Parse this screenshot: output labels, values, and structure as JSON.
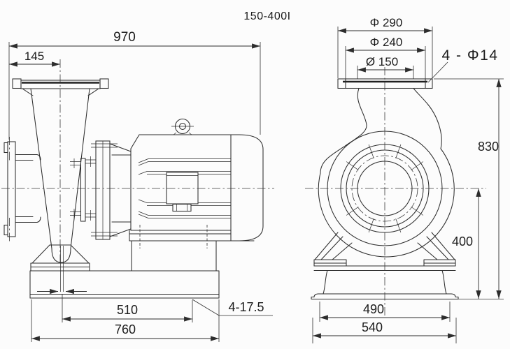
{
  "title": "150-400I",
  "colors": {
    "line": "#2d2d2d",
    "text": "#1c1c1c",
    "background": "#fcfcfc"
  },
  "left_view": {
    "label": "pump and motor side view",
    "dimensions": {
      "overall_length": "970",
      "suction_face_to_discharge_axis": "145",
      "anchor_bolt_spacing": "510",
      "base_length": "760",
      "anchor_holes": "4-17.5"
    }
  },
  "right_view": {
    "label": "pump end view",
    "dimensions": {
      "discharge_flange_od": "Φ 290",
      "bolt_circle_diameter": "Φ 240",
      "discharge_bore": "Ø 150",
      "flange_bolt_holes": "4 - Φ14",
      "height_flange_to_base": "830",
      "height_axis_to_base": "400",
      "base_width_inner": "490",
      "base_width_overall": "540"
    }
  }
}
